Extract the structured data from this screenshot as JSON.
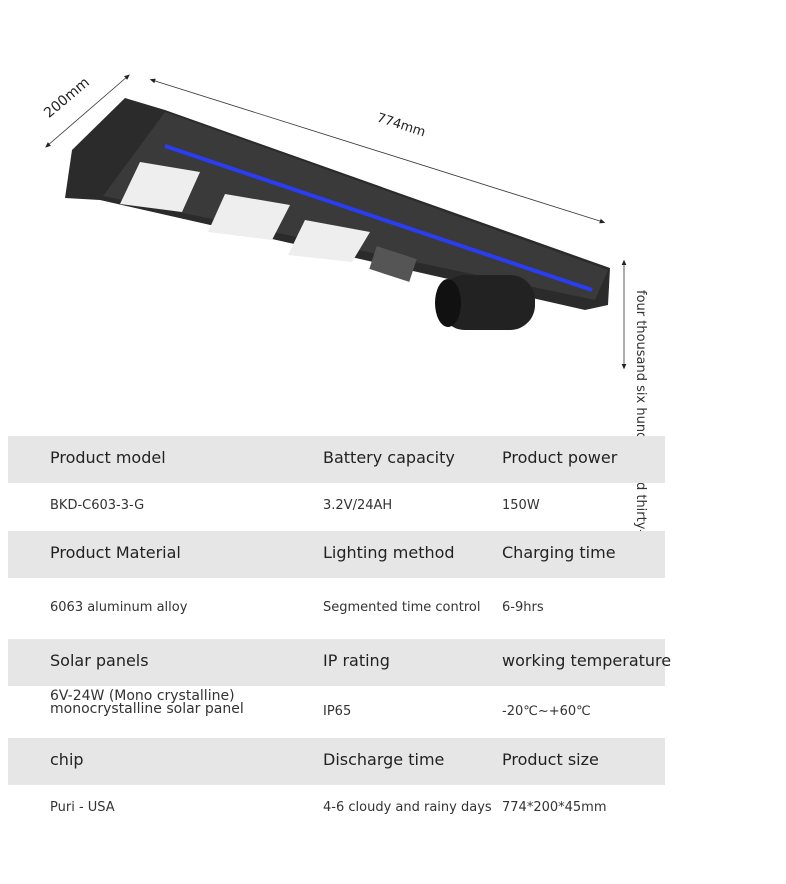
{
  "dimensions": {
    "width_label": "774mm",
    "depth_label": "200mm",
    "height_label": "four thousand six hundred and thirty-three"
  },
  "accent_color": "#2a3df0",
  "specs": [
    {
      "labels": [
        "Product model",
        "Battery capacity",
        "Product power"
      ],
      "values": [
        "BKD-C603-3-G",
        "3.2V/24AH",
        "150W"
      ]
    },
    {
      "labels": [
        "Product Material",
        "Lighting method",
        "Charging time"
      ],
      "values": [
        "6063 aluminum alloy",
        "Segmented time control",
        "6-9hrs"
      ]
    },
    {
      "labels": [
        "Solar panels",
        "IP rating",
        "working temperature"
      ],
      "values": [
        "6V-24W (Mono crystalline) monocrystalline solar panel",
        "IP65",
        "-20℃~+60℃"
      ]
    },
    {
      "labels": [
        "chip",
        "Discharge time",
        "Product size"
      ],
      "values": [
        "Puri - USA",
        "4-6 cloudy and rainy days",
        "774*200*45mm"
      ]
    }
  ]
}
